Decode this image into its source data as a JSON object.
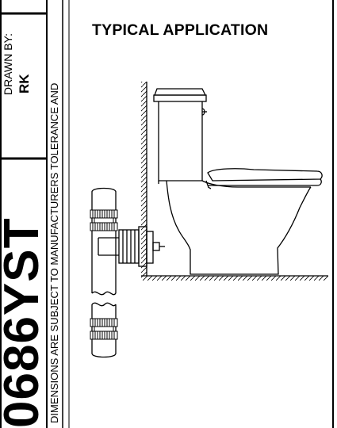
{
  "title_block": {
    "part_number": "0686YST",
    "drawn_by_label": "DRAWN BY:",
    "drawn_by_value": "RK",
    "note": "DIMENSIONS ARE SUBJECT TO MANUFACTURERS TOLERANCE AND"
  },
  "figure": {
    "title": "TYPICAL APPLICATION"
  }
}
